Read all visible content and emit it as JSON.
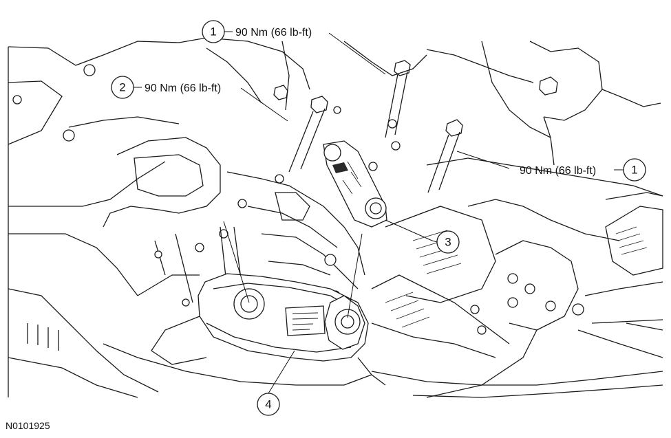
{
  "callouts": [
    {
      "id": "callout-1-top",
      "number": "1",
      "torque": "90 Nm (66 lb-ft)"
    },
    {
      "id": "callout-2",
      "number": "2",
      "torque": "90 Nm (66 lb-ft)"
    },
    {
      "id": "callout-1-right",
      "number": "1",
      "torque": "90 Nm (66 lb-ft)"
    },
    {
      "id": "callout-3",
      "number": "3"
    },
    {
      "id": "callout-4",
      "number": "4"
    }
  ],
  "figure_id": "N0101925",
  "line_color": "#1a1a1a",
  "background_color": "#ffffff"
}
